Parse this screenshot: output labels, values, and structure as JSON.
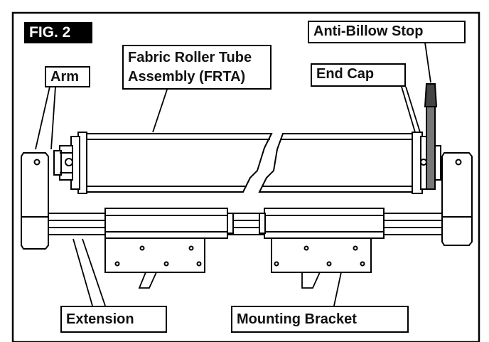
{
  "figure": {
    "tag": "FIG. 2",
    "labels": {
      "arm": "Arm",
      "frta_line1": "Fabric Roller Tube",
      "frta_line2": "Assembly (FRTA)",
      "end_cap": "End Cap",
      "anti_billow_stop": "Anti-Billow Stop",
      "extension": "Extension",
      "mounting_bracket": "Mounting Bracket"
    }
  }
}
